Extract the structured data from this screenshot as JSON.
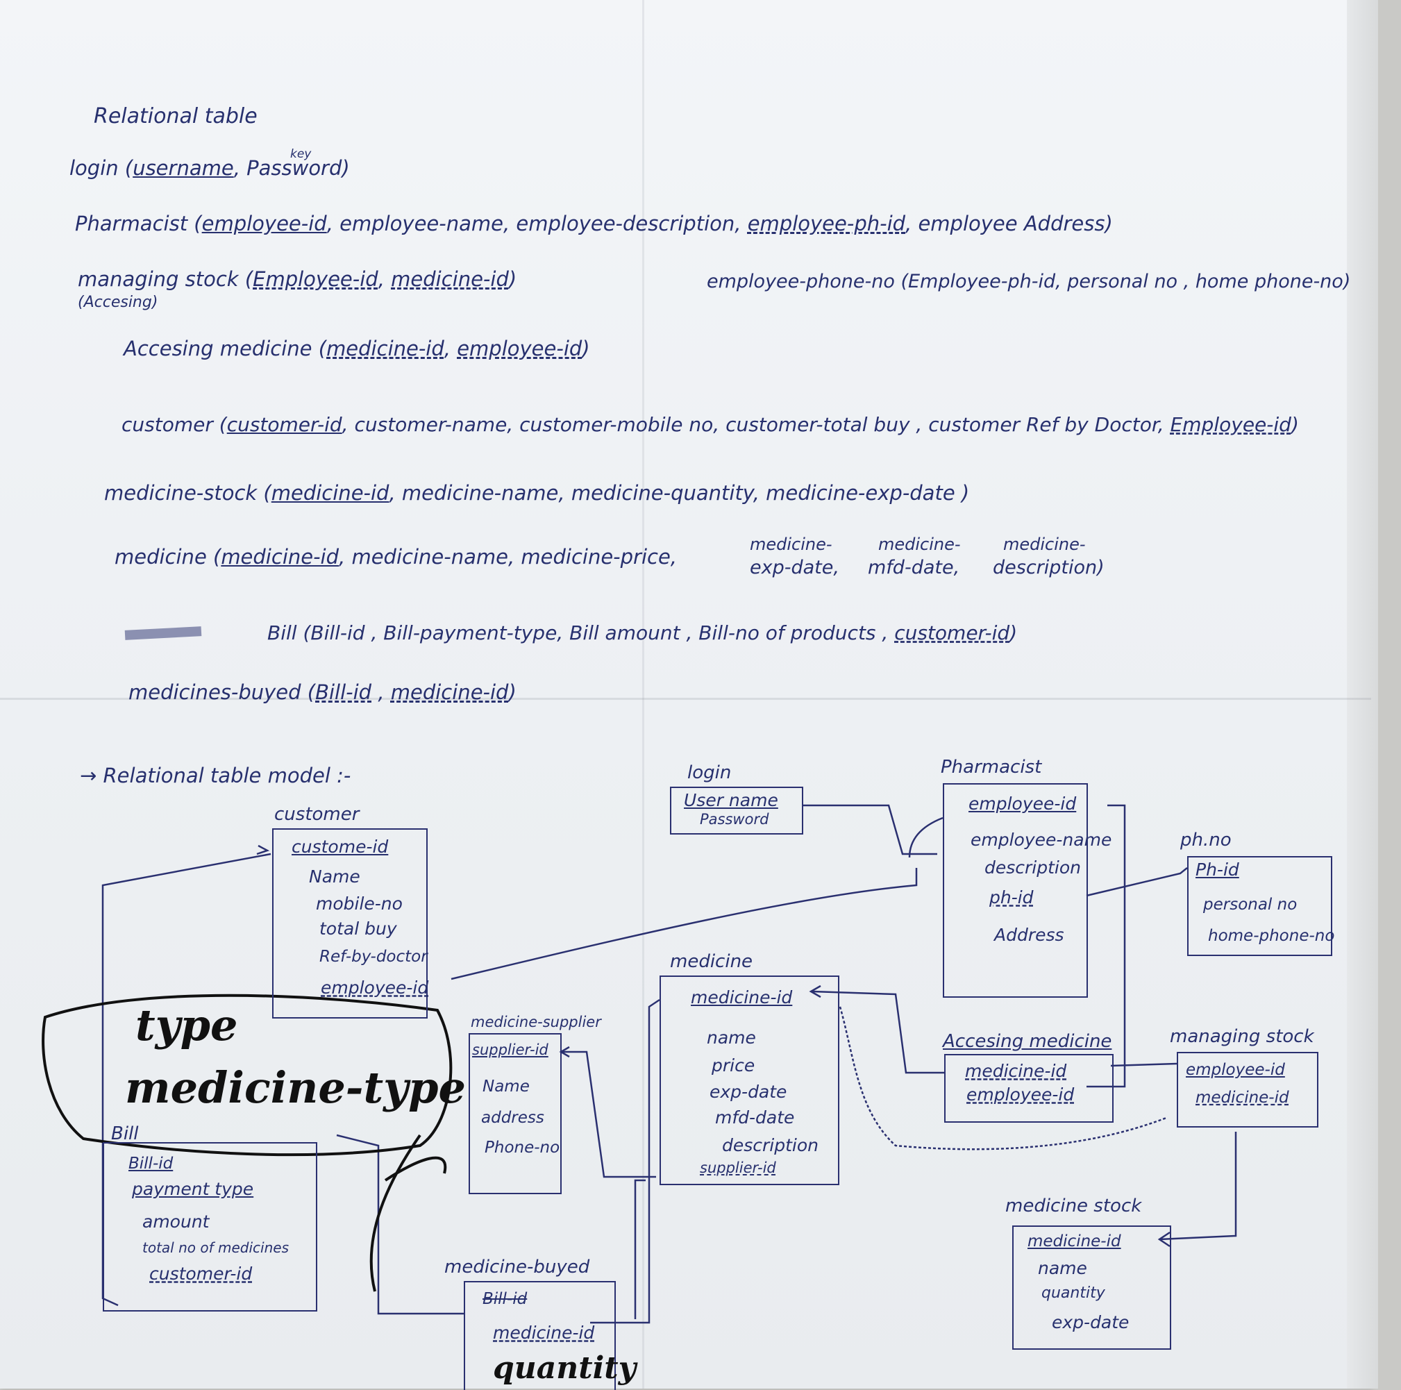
{
  "heading": "Relational table",
  "relations": {
    "login": {
      "name": "login (",
      "key": "username",
      "rest": ", Password)",
      "annot": "key"
    },
    "pharmacist": {
      "name": "Pharmacist (",
      "key": "employee-id",
      "rest1": ", employee-name, employee-description,",
      "fk": "employee-ph-id",
      "rest2": ", employee Address)"
    },
    "managing_stock": {
      "name": "managing stock (",
      "k1": "Employee-id",
      "sep": ",",
      "k2": "medicine-id",
      "close": ")",
      "sub": "(Accesing)"
    },
    "employee_phone": {
      "name": "employee-phone-no (",
      "rest": "Employee-ph-id, personal no , home phone-no)"
    },
    "accessing_medicine": {
      "name": "Accesing medicine (",
      "k1": "medicine-id",
      "sep": ",",
      "k2": "employee-id",
      "close": ")"
    },
    "customer": {
      "name": "customer (",
      "key": "customer-id",
      "rest": ", customer-name, customer-mobile no, customer-total buy , customer Ref by Doctor,",
      "fk": "Employee-id",
      "close": ")"
    },
    "medicine_stock": {
      "name": "medicine-stock (",
      "key": "medicine-id",
      "rest": ", medicine-name, medicine-quantity, medicine-exp-date )"
    },
    "medicine": {
      "name": "medicine (",
      "key": "medicine-id",
      "rest": ", medicine-name, medicine-price,",
      "c1top": "medicine-",
      "c1": "exp-date,",
      "c2top": "medicine-",
      "c2": "mfd-date,",
      "c3top": "medicine-",
      "c3": "description)"
    },
    "bill": {
      "name": "Bill (",
      "rest": "Bill-id , Bill-payment-type, Bill amount , Bill-no of products ,",
      "fk": "customer-id",
      "close": ")"
    },
    "medicines_buyed": {
      "name": "medicines-buyed (",
      "k1": "Bill-id",
      "sep": ",",
      "k2": "medicine-id",
      "close": ")"
    }
  },
  "model_heading": "→ Relational table model :-",
  "diagram": {
    "login": {
      "title": "login",
      "fields": [
        "User name",
        "Password"
      ]
    },
    "pharmacist": {
      "title": "Pharmacist",
      "fields": [
        "employee-id",
        "employee-name",
        "description",
        "ph-id",
        "Address"
      ]
    },
    "phno": {
      "title": "ph.no",
      "fields": [
        "Ph-id",
        "personal no",
        "home-phone-no"
      ]
    },
    "customer": {
      "title": "customer",
      "fields": [
        "custome-id",
        "Name",
        "mobile-no",
        "total buy",
        "Ref-by-doctor",
        "employee-id"
      ]
    },
    "medicine": {
      "title": "medicine",
      "fields": [
        "medicine-id",
        "name",
        "price",
        "exp-date",
        "mfd-date",
        "description",
        "supplier-id"
      ]
    },
    "supplier": {
      "title": "medicine-supplier",
      "fields": [
        "supplier-id",
        "Name",
        "address",
        "Phone-no"
      ]
    },
    "accessing": {
      "title": "Accesing medicine",
      "fields": [
        "medicine-id",
        "employee-id"
      ]
    },
    "managing": {
      "title": "managing stock",
      "fields": [
        "employee-id",
        "medicine-id"
      ]
    },
    "bill": {
      "title": "Bill",
      "fields": [
        "Bill-id",
        "payment type",
        "amount",
        "total no of medicines",
        "customer-id"
      ]
    },
    "buyed": {
      "title": "medicine-buyed",
      "fields": [
        "Bill-id",
        "medicine-id"
      ],
      "extra": "quantity"
    },
    "stock": {
      "title": "medicine stock",
      "fields": [
        "medicine-id",
        "name",
        "quantity",
        "exp-date"
      ]
    },
    "scribble": [
      "type",
      "medicine-type"
    ]
  }
}
